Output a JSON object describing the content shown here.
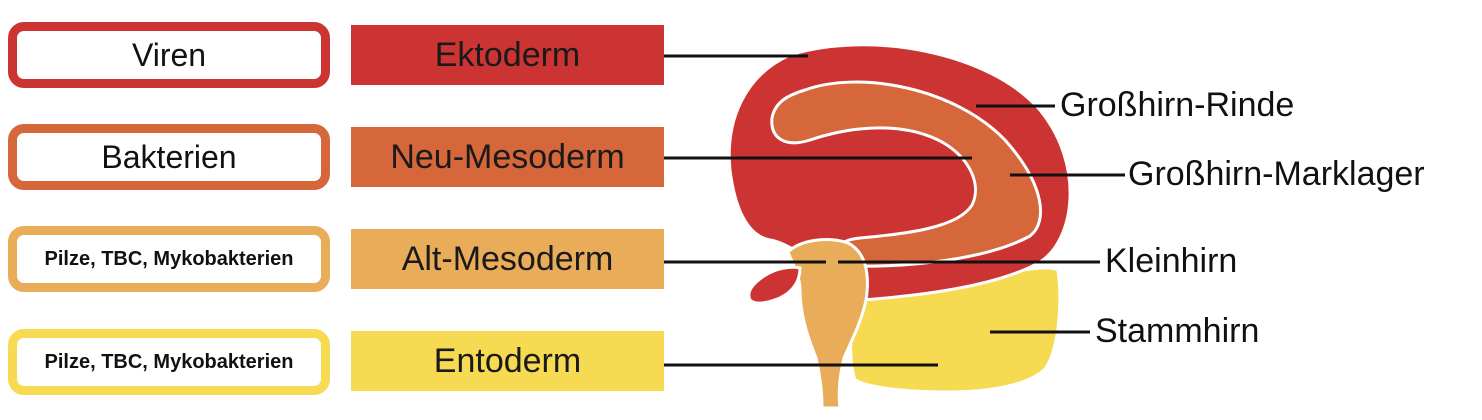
{
  "colors": {
    "ektoderm": "#cc3433",
    "neu_mesoderm": "#d5673a",
    "alt_mesoderm": "#e9ac59",
    "entoderm": "#f6da51",
    "line": "#111111",
    "white": "#ffffff"
  },
  "pathogens": [
    {
      "label": "Viren",
      "color_key": "ektoderm"
    },
    {
      "label": "Bakterien",
      "color_key": "neu_mesoderm"
    },
    {
      "label": "Pilze, TBC, Mykobakterien",
      "color_key": "alt_mesoderm"
    },
    {
      "label": "Pilze, TBC, Mykobakterien",
      "color_key": "entoderm"
    }
  ],
  "germ_layers": [
    {
      "label": "Ektoderm",
      "color_key": "ektoderm"
    },
    {
      "label": "Neu-Mesoderm",
      "color_key": "neu_mesoderm"
    },
    {
      "label": "Alt-Mesoderm",
      "color_key": "alt_mesoderm"
    },
    {
      "label": "Entoderm",
      "color_key": "entoderm"
    }
  ],
  "brain_regions": [
    {
      "label": "Großhirn-Rinde"
    },
    {
      "label": "Großhirn-Marklager"
    },
    {
      "label": "Kleinhirn"
    },
    {
      "label": "Stammhirn"
    }
  ]
}
